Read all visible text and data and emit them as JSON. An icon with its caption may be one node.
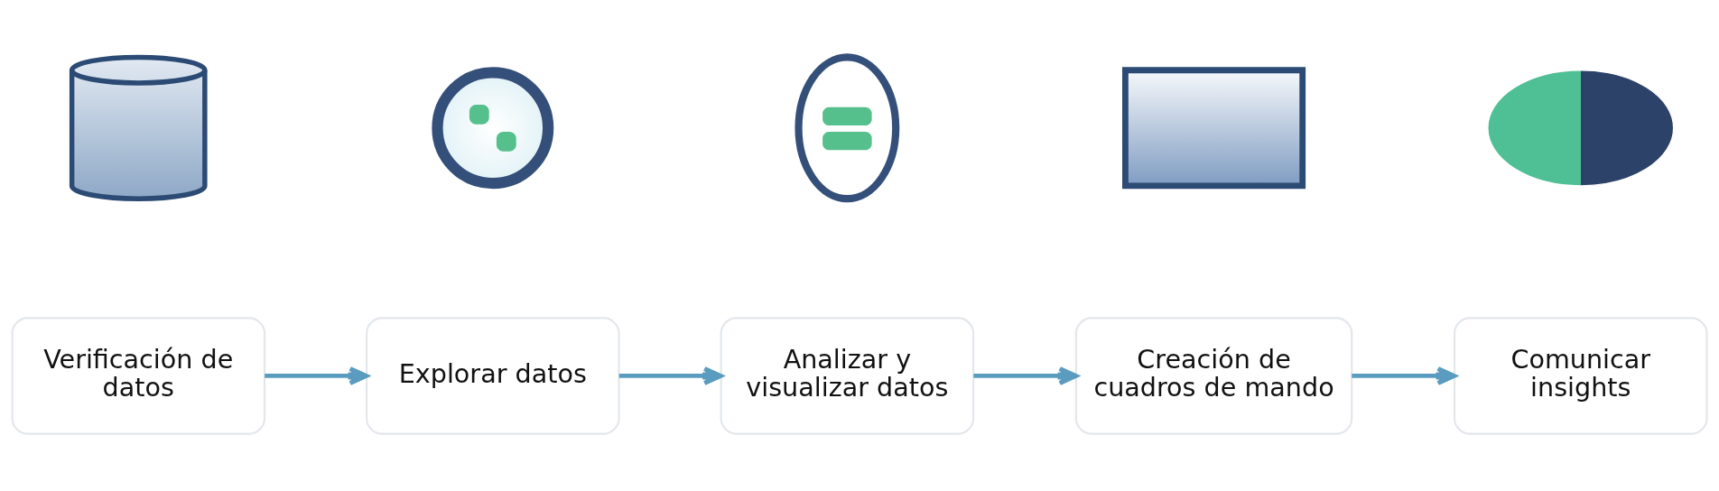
{
  "diagram": {
    "nodes": [
      {
        "text": [],
        "shape": "cylinder"
      },
      {
        "text": [],
        "shape": "picture"
      },
      {
        "text": [],
        "shape": "picture"
      },
      {
        "text": [],
        "shape": "picture"
      },
      {
        "text": [],
        "shape": "person"
      },
      {
        "text": [
          "Verificación de datos"
        ]
      },
      {
        "text": [
          "Explorar datos"
        ]
      },
      {
        "text": [
          "Analizar y visualizar datos"
        ]
      },
      {
        "text": [
          "Creación de cuadros de mando"
        ]
      },
      {
        "text": [
          "Comunicar insights"
        ]
      }
    ],
    "edges": [
      {
        "from": 5,
        "to": 6,
        "arrow": "to"
      },
      {
        "from": 6,
        "to": 7,
        "arrow": "to"
      },
      {
        "from": 7,
        "to": 8,
        "arrow": "to"
      },
      {
        "from": 8,
        "to": 9,
        "arrow": "to"
      }
    ]
  }
}
